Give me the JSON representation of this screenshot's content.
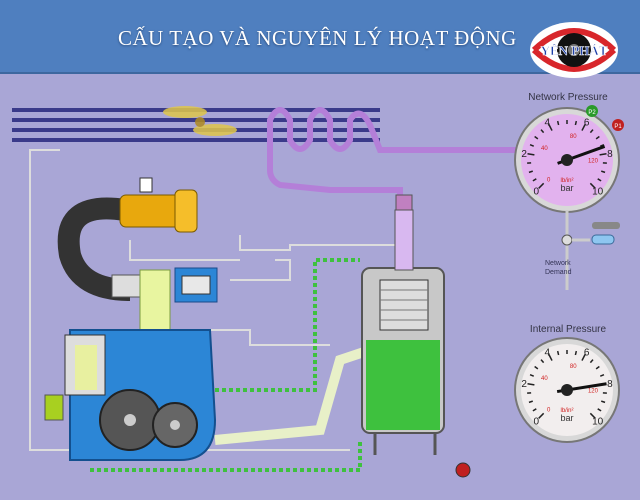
{
  "header": {
    "title": "CẤU TẠO VÀ NGUYÊN LÝ HOẠT ĐỘNG",
    "logo_text": "YÊN PHÁT"
  },
  "network_gauge": {
    "title": "Network Pressure",
    "unit_bar": "bar",
    "unit_psi": "lb/in²",
    "bar_ticks": [
      "0",
      "2",
      "4",
      "6",
      "8",
      "10"
    ],
    "psi_ticks": [
      "0",
      "40",
      "80",
      "120"
    ],
    "value_bar": 7.6,
    "p1": "P1",
    "p2": "P2",
    "demand_label_1": "Network",
    "demand_label_2": "Demand"
  },
  "internal_gauge": {
    "title": "Internal Pressure",
    "unit_bar": "bar",
    "unit_psi": "lb/in²",
    "bar_ticks": [
      "0",
      "2",
      "4",
      "6",
      "8",
      "10"
    ],
    "psi_ticks": [
      "0",
      "40",
      "80",
      "120"
    ],
    "value_bar": 8.0
  },
  "colors": {
    "header": "#4f7fbf",
    "background": "#a9a6d6",
    "air_pipe": "#b47fd8",
    "oil": "#3ec13e",
    "compressor": "#2c86d6",
    "motor": "#e8a80d",
    "separator": "#2e9a2e"
  }
}
